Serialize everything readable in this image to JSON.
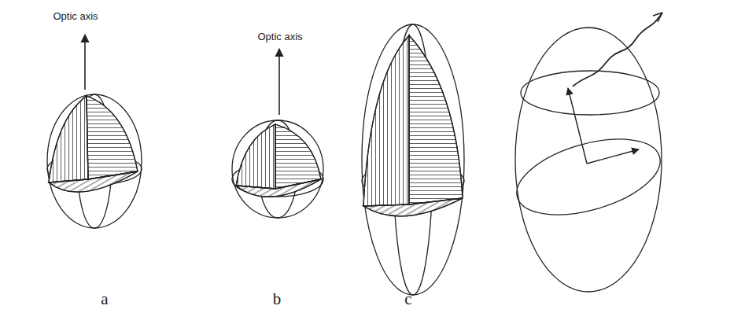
{
  "diagram": {
    "labels": [
      "Optic axis",
      "Optic axis",
      "a",
      "b",
      "c"
    ]
  }
}
